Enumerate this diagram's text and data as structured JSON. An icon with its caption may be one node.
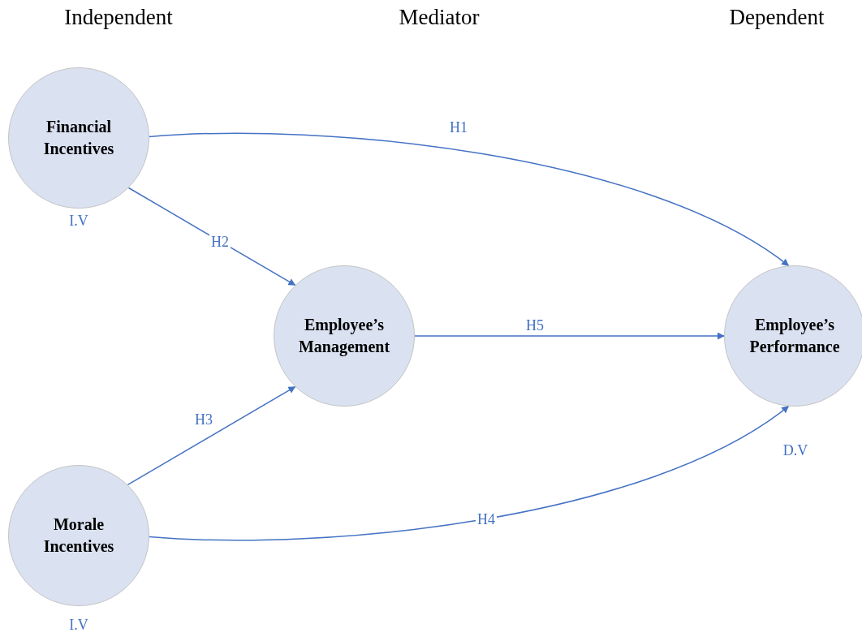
{
  "diagram": {
    "nodes": [
      {
        "text": [
          "Financial Incentives"
        ],
        "beside": [
          "I.V"
        ]
      },
      {
        "text": [
          "Employee’s Management"
        ]
      },
      {
        "text": [
          "Employee’s Performance"
        ],
        "beside": [
          "D.V"
        ]
      },
      {
        "text": [
          "Morale Incentives"
        ],
        "beside": [
          "I.V"
        ]
      }
    ],
    "edges": [
      {
        "from": 0,
        "to": 2,
        "arrow": "to",
        "label": "H1"
      },
      {
        "from": 0,
        "to": 1,
        "arrow": "to",
        "label": "H2"
      },
      {
        "from": 3,
        "to": 1,
        "arrow": "to",
        "label": "H3"
      },
      {
        "from": 1,
        "to": 2,
        "arrow": "to",
        "label": "H5"
      },
      {
        "from": 3,
        "to": 2,
        "arrow": "to",
        "label": "H4"
      }
    ],
    "labels": [
      "Independent",
      "Mediator",
      "Dependent"
    ]
  }
}
